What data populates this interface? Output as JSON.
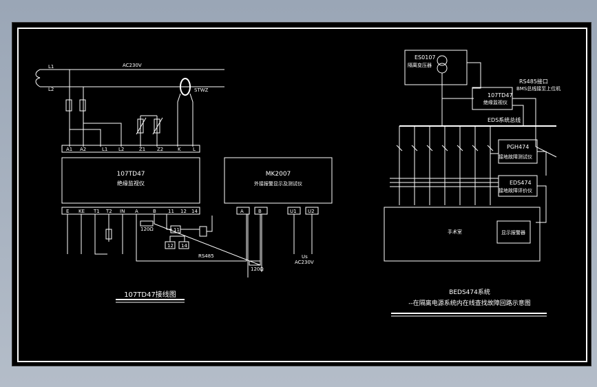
{
  "left_diagram": {
    "title": "107TD47接线图",
    "supply": {
      "l1": "L1",
      "l2": "L2",
      "voltage": "AC230V",
      "ct": "STWZ"
    },
    "top_terminals": [
      "A1",
      "A2",
      "L1",
      "L2",
      "Z1",
      "Z2",
      "K",
      "L"
    ],
    "device_main": {
      "model": "107TD47",
      "name": "绝缘监视仪"
    },
    "device_aux": {
      "model": "MK2007",
      "name": "外接报警显示及测试仪"
    },
    "bottom_terminals": [
      "E",
      "KE",
      "T1",
      "T2",
      "IN",
      "A",
      "B",
      "11",
      "12",
      "14"
    ],
    "mk_terminals": [
      "A",
      "B"
    ],
    "power_terminals": [
      "U1",
      "U2"
    ],
    "relay_labels": [
      "11",
      "12",
      "14"
    ],
    "r120_a": "120Ω",
    "r120_b": "120Ω",
    "rs485": "RS485",
    "us": "Us",
    "us_val": "AC230V"
  },
  "right_diagram": {
    "es": {
      "model": "ES0107",
      "name": "隔离变压器"
    },
    "td": {
      "model": "107TD47",
      "name": "绝缘监视仪"
    },
    "rs485_port": "RS485接口",
    "bms": "BMS总线接至上位机",
    "eds_bus": "EDS系统总线",
    "pgh": {
      "model": "PGH474",
      "name": "接地故障测试仪"
    },
    "eds": {
      "model": "EDS474",
      "name": "接地故障评价仪"
    },
    "bottom_box": "手术室",
    "display": "显示报警器",
    "title": "BEDS474系统",
    "subtitle": "--在隔离电源系统内在线查找故障回路示意图"
  }
}
